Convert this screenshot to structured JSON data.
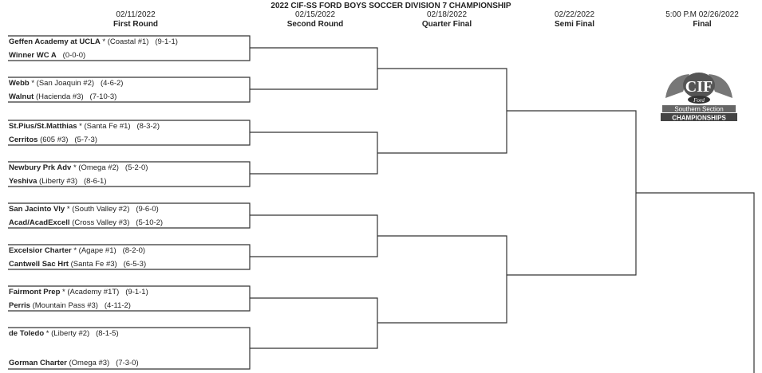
{
  "title": "2022 CIF-SS FORD BOYS SOCCER DIVISION 7 CHAMPIONSHIP",
  "rounds": [
    {
      "date": "02/11/2022",
      "label": "First Round"
    },
    {
      "date": "02/15/2022",
      "label": "Second Round"
    },
    {
      "date": "02/18/2022",
      "label": "Quarter Final"
    },
    {
      "date": "02/22/2022",
      "label": "Semi Final"
    },
    {
      "date": "5:00 P.M 02/26/2022",
      "label": "Final"
    }
  ],
  "teams": [
    {
      "name": "Geffen Academy at UCLA",
      "seed": " * (Coastal #1)",
      "record": "(9-1-1)"
    },
    {
      "name": "Winner WC A",
      "seed": "",
      "record": "(0-0-0)"
    },
    {
      "name": "Webb",
      "seed": " * (San Joaquin #2)",
      "record": "(4-6-2)"
    },
    {
      "name": "Walnut",
      "seed": " (Hacienda #3)",
      "record": "(7-10-3)"
    },
    {
      "name": "St.Pius/St.Matthias",
      "seed": " * (Santa Fe #1)",
      "record": "(8-3-2)"
    },
    {
      "name": "Cerritos",
      "seed": " (605 #3)",
      "record": "(5-7-3)"
    },
    {
      "name": "Newbury Prk Adv",
      "seed": " * (Omega #2)",
      "record": "(5-2-0)"
    },
    {
      "name": "Yeshiva",
      "seed": " (Liberty #3)",
      "record": "(8-6-1)"
    },
    {
      "name": "San Jacinto Vly",
      "seed": " * (South Valley #2)",
      "record": "(9-6-0)"
    },
    {
      "name": "Acad/AcadExcell",
      "seed": " (Cross Valley #3)",
      "record": "(5-10-2)"
    },
    {
      "name": "Excelsior Charter",
      "seed": " * (Agape #1)",
      "record": "(8-2-0)"
    },
    {
      "name": "Cantwell Sac Hrt",
      "seed": " (Santa Fe #3)",
      "record": "(6-5-3)"
    },
    {
      "name": "Fairmont Prep",
      "seed": " * (Academy #1T)",
      "record": "(9-1-1)"
    },
    {
      "name": "Perris",
      "seed": " (Mountain Pass #3)",
      "record": "(4-11-2)"
    },
    {
      "name": "de Toledo",
      "seed": " * (Liberty #2)",
      "record": "(8-1-5)"
    },
    {
      "name": "Gorman Charter",
      "seed": " (Omega #3)",
      "record": "(7-3-0)"
    }
  ],
  "logo": {
    "line1": "CIF",
    "line2": "Ford",
    "line3": "Southern Section",
    "line4": "CHAMPIONSHIPS"
  }
}
